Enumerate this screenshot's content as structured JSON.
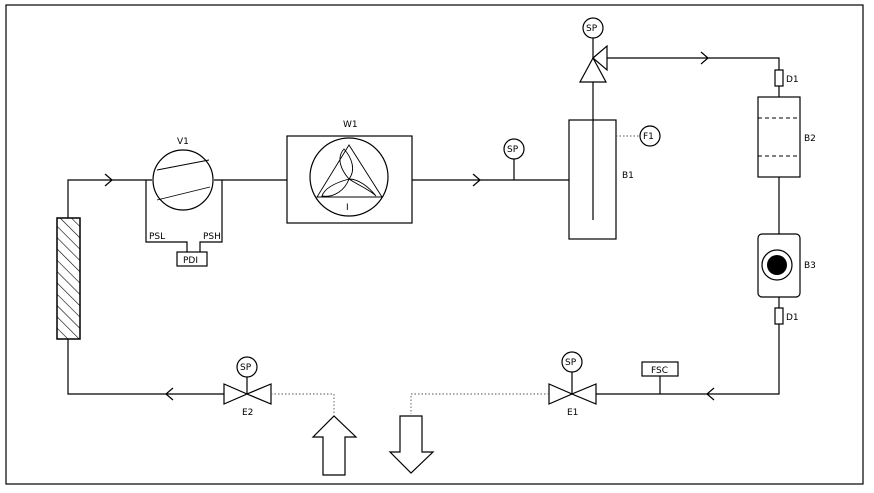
{
  "labels": {
    "v1": "V1",
    "w1": "W1",
    "b1": "B1",
    "b2": "B2",
    "b3": "B3",
    "d1_top": "D1",
    "d1_bottom": "D1",
    "e1": "E1",
    "e2": "E2",
    "psl": "PSL",
    "psh": "PSH",
    "pdi": "PDI",
    "f1": "F1",
    "fsc": "FSC",
    "fan_mark": "I",
    "sp": "SP"
  },
  "colors": {
    "line": "#000000",
    "frame": "#000000",
    "background": "#ffffff"
  }
}
